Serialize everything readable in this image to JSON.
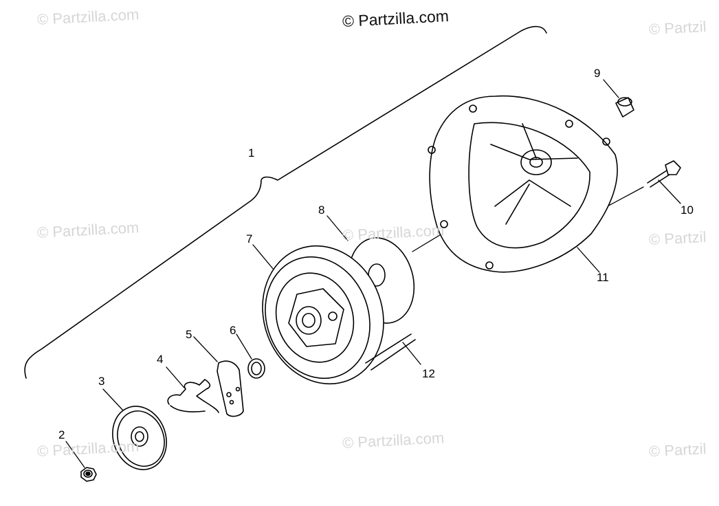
{
  "watermarks": {
    "main": "© Partzilla.com",
    "faint": "© Partzilla.com",
    "faint_cut": "© Partzil"
  },
  "callouts": {
    "c1": "1",
    "c2": "2",
    "c3": "3",
    "c4": "4",
    "c5": "5",
    "c6": "6",
    "c7": "7",
    "c8": "8",
    "c9": "9",
    "c10": "10",
    "c11": "11",
    "c12": "12"
  },
  "colors": {
    "line": "#000000",
    "watermark": "#d6d6d6"
  }
}
